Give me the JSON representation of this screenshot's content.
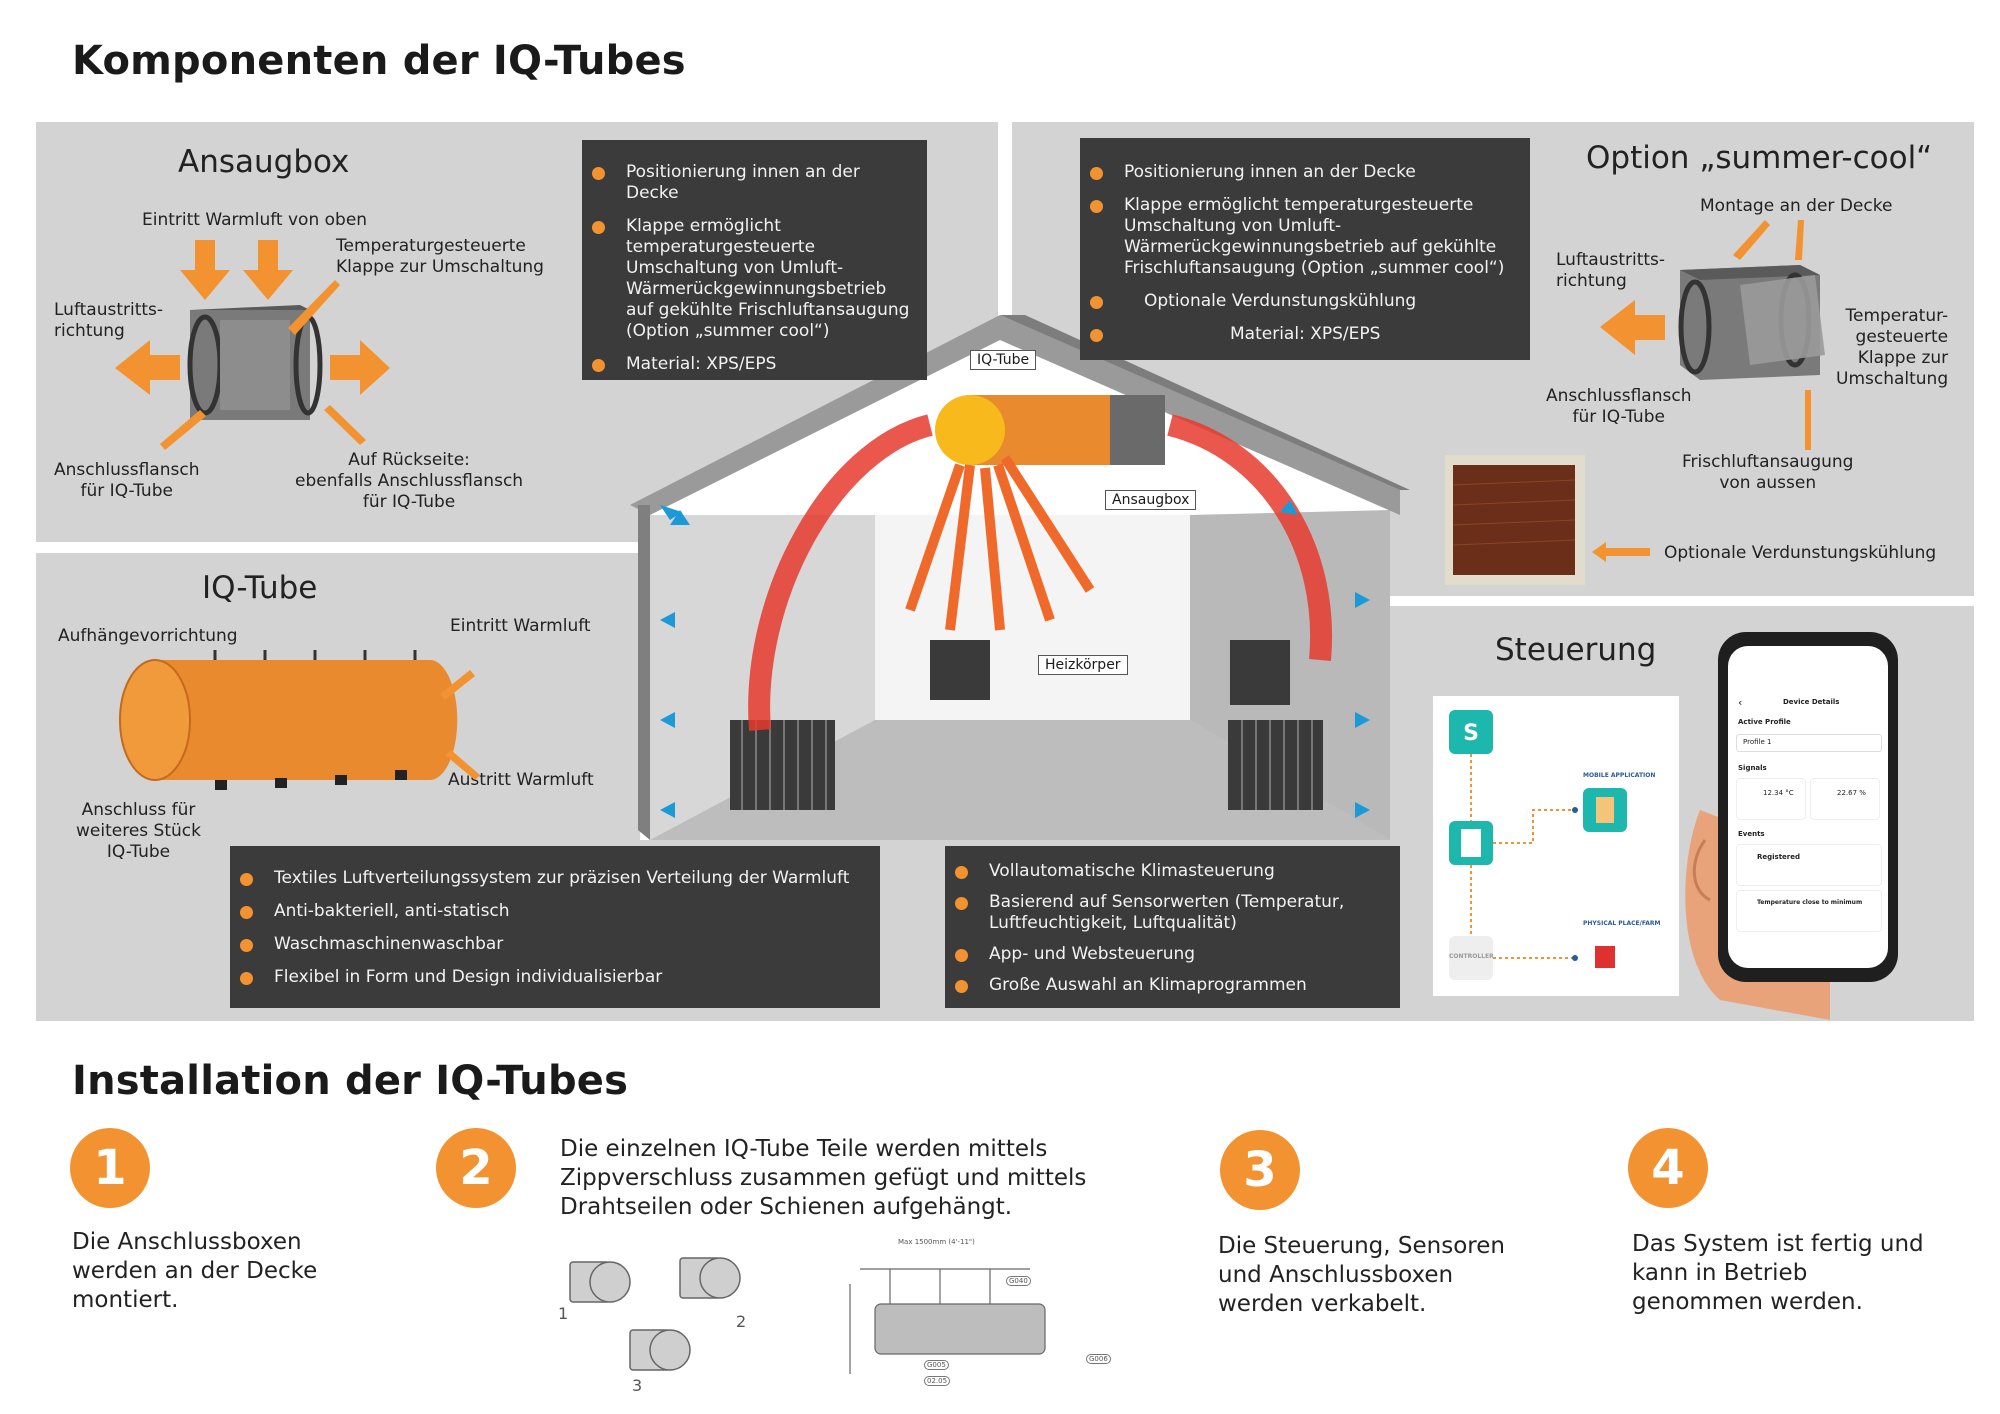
{
  "page": {
    "title_components": "Komponenten der IQ-Tubes",
    "title_installation": "Installation der IQ-Tubes"
  },
  "ansaugbox": {
    "title": "Ansaugbox",
    "labels": {
      "inlet_top": "Eintritt Warmluft von oben",
      "flap": "Temperaturgesteuerte\nKlappe zur Umschaltung",
      "outlet": "Luftaustritts-\nrichtung",
      "flange": "Anschlussflansch\nfür IQ-Tube",
      "back": "Auf Rückseite:\nebenfalls Anschlussflansch\nfür IQ-Tube"
    },
    "bullets": [
      "Positionierung innen an der Decke",
      "Klappe ermöglicht temperaturgesteuerte Umschaltung von Umluft-Wärmerückgewinnungsbetrieb auf gekühlte Frischluftansaugung (Option „summer cool“)",
      "Material: XPS/EPS"
    ]
  },
  "summer_cool": {
    "title": "Option „summer-cool“",
    "bullets": [
      "Positionierung innen an der Decke",
      "Klappe ermöglicht temperaturgesteuerte Umschaltung von Umluft-Wärmerückgewinnungsbetrieb auf gekühlte Frischluftansaugung (Option „summer cool“)"
    ],
    "sub_bullets": [
      "Optionale Verdunstungskühlung",
      "Material: XPS/EPS"
    ],
    "labels": {
      "ceiling": "Montage an der Decke",
      "outlet": "Luftaustritts-\nrichtung",
      "flap": "Temperatur-\ngesteuerte\nKlappe zur\nUmschaltung",
      "flange": "Anschlussflansch\nfür IQ-Tube",
      "fresh_air": "Frischluftansaugung\nvon aussen",
      "evap": "Optionale Verdunstungskühlung"
    }
  },
  "house": {
    "tag_tube": "IQ-Tube",
    "tag_box": "Ansaugbox",
    "tag_heater": "Heizkörper"
  },
  "iq_tube": {
    "title": "IQ-Tube",
    "labels": {
      "hanger": "Aufhängevorrichtung",
      "inlet": "Eintritt Warmluft",
      "outlet": "Austritt Warmluft",
      "connect": "Anschluss für\nweiteres Stück\nIQ-Tube"
    },
    "bullets": [
      "Textiles Luftverteilungssystem zur präzisen Verteilung der Warmluft",
      "Anti-bakteriell, anti-statisch",
      "Waschmaschinenwaschbar",
      "Flexibel in Form und Design individualisierbar"
    ]
  },
  "steuerung": {
    "title": "Steuerung",
    "bullets": [
      "Vollautomatische Klimasteuerung",
      "Basierend auf Sensorwerten (Temperatur, Luftfeuchtigkeit, Luftqualität)",
      "App- und Websteuerung",
      "Große Auswahl an Klimaprogrammen"
    ],
    "diagram": {
      "mobile_label": "MOBILE APPLICATION",
      "controller_label": "CONTROLLER",
      "physical_label": "PHYSICAL PLACE/FARM"
    },
    "phone": {
      "header": "Device Details",
      "active_profile": "Active Profile",
      "profile_value": "Profile 1",
      "signals": "Signals",
      "temp": "12.34 °C",
      "humidity": "22.67 %",
      "events": "Events",
      "event1": "Registered",
      "event2": "Temperature close to minimum"
    }
  },
  "installation": {
    "steps": [
      {
        "num": "1",
        "text": "Die Anschlussboxen\nwerden an der Decke\nmontiert."
      },
      {
        "num": "2",
        "text": "Die einzelnen IQ-Tube Teile werden mittels\nZippverschluss zusammen gefügt und mittels\nDrahtseilen oder Schienen aufgehängt."
      },
      {
        "num": "3",
        "text": "Die Steuerung, Sensoren\nund Anschlussboxen\nwerden verkabelt."
      },
      {
        "num": "4",
        "text": "Das System ist fertig und\n kann in Betrieb\ngenommen werden."
      }
    ],
    "drawing_labels": [
      "1",
      "2",
      "3",
      "Max 1500mm (4'-11\")",
      "G040",
      "G005",
      "G006",
      "02.05"
    ]
  },
  "colors": {
    "orange": "#f39230",
    "panel_gray": "#d3d3d3",
    "dark_box": "#3b3b3b",
    "blue_arrow": "#1c9ad6",
    "red_arrow": "#e63a2e"
  }
}
